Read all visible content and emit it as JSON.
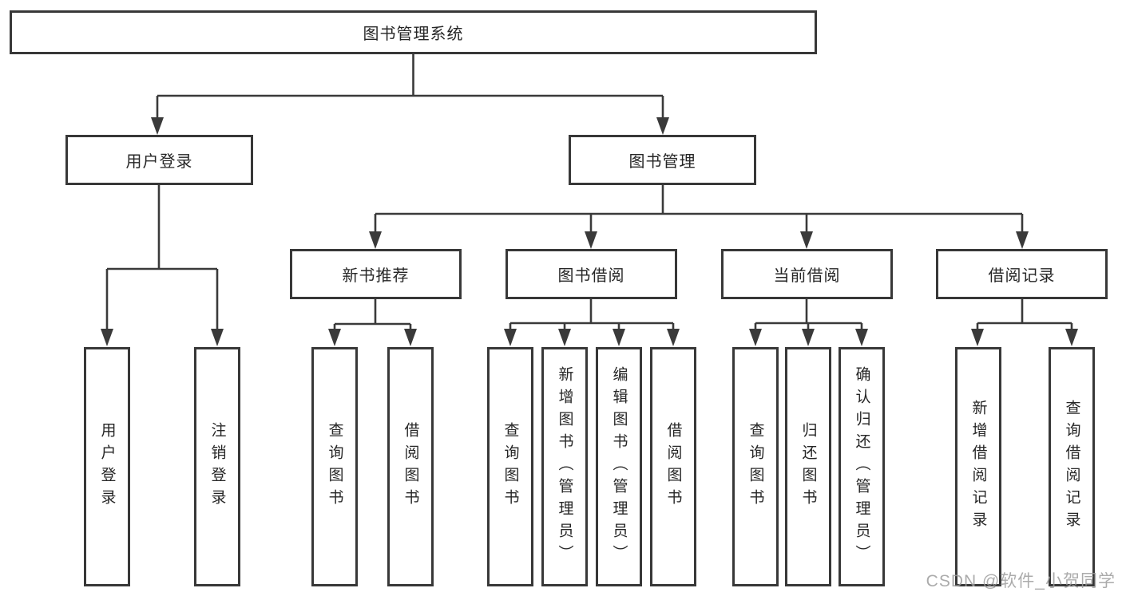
{
  "tree": {
    "root": {
      "label": "图书管理系统",
      "children": [
        {
          "label": "用户登录",
          "children": [
            {
              "label": "用户登录"
            },
            {
              "label": "注销登录"
            }
          ]
        },
        {
          "label": "图书管理",
          "children": [
            {
              "label": "新书推荐",
              "children": [
                {
                  "label": "查询图书"
                },
                {
                  "label": "借阅图书"
                }
              ]
            },
            {
              "label": "图书借阅",
              "children": [
                {
                  "label": "查询图书"
                },
                {
                  "label": "新增图书（管理员）"
                },
                {
                  "label": "编辑图书（管理员）"
                },
                {
                  "label": "借阅图书"
                }
              ]
            },
            {
              "label": "当前借阅",
              "children": [
                {
                  "label": "查询图书"
                },
                {
                  "label": "归还图书"
                },
                {
                  "label": "确认归还（管理员）"
                }
              ]
            },
            {
              "label": "借阅记录",
              "children": [
                {
                  "label": "新增借阅记录"
                },
                {
                  "label": "查询借阅记录"
                }
              ]
            }
          ]
        }
      ]
    }
  },
  "watermark": {
    "text": "CSDN @软件_小贺同学"
  },
  "colors": {
    "line": "#3a3a3a",
    "box_border": "#383838",
    "box_background": "#ffffff",
    "text": "#262626",
    "watermark": "#9d9d9d"
  }
}
